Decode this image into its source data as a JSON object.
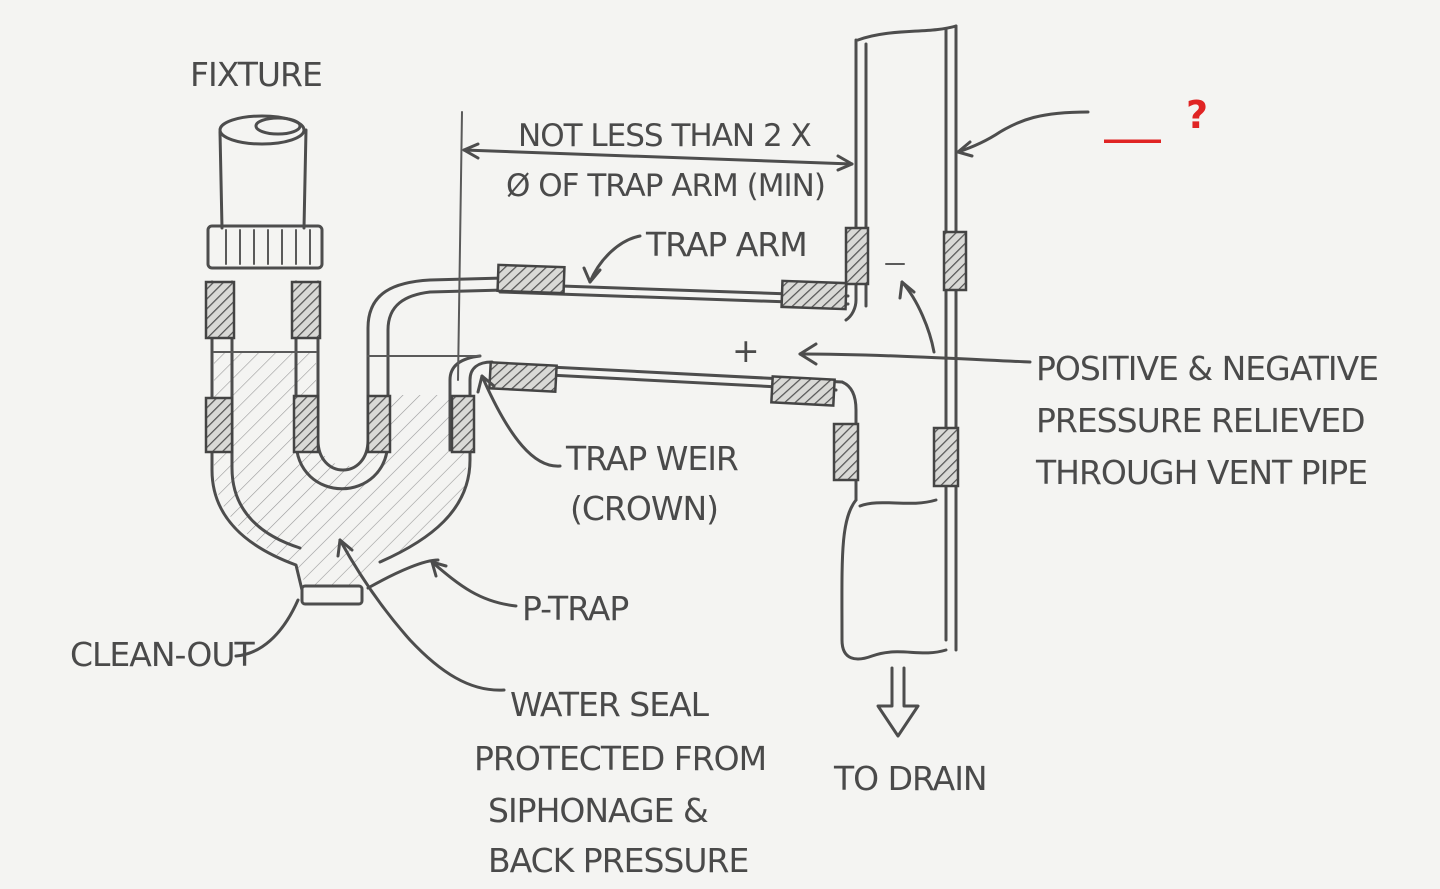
{
  "labels": {
    "fixture": "FIXTURE",
    "dimension_line1": "NOT LESS THAN 2 X",
    "dimension_line2": "Ø OF TRAP ARM (MIN)",
    "trap_arm": "TRAP ARM",
    "unknown_blank": "___",
    "unknown_mark": "?",
    "plus_sign": "+",
    "pressure_line1": "POSITIVE & NEGATIVE",
    "pressure_line2": "PRESSURE RELIEVED",
    "pressure_line3": "THROUGH VENT PIPE",
    "trap_weir_line1": "TRAP WEIR",
    "trap_weir_line2": "(CROWN)",
    "p_trap": "P-TRAP",
    "clean_out": "CLEAN-OUT",
    "water_seal_line1": "WATER SEAL",
    "water_seal_line2": "PROTECTED FROM",
    "water_seal_line3": "SIPHONAGE &",
    "water_seal_line4": "BACK PRESSURE",
    "to_drain": "TO DRAIN"
  },
  "colors": {
    "paper": "#f4f4f2",
    "ink": "#4a4a4a",
    "question": "#e02424"
  }
}
